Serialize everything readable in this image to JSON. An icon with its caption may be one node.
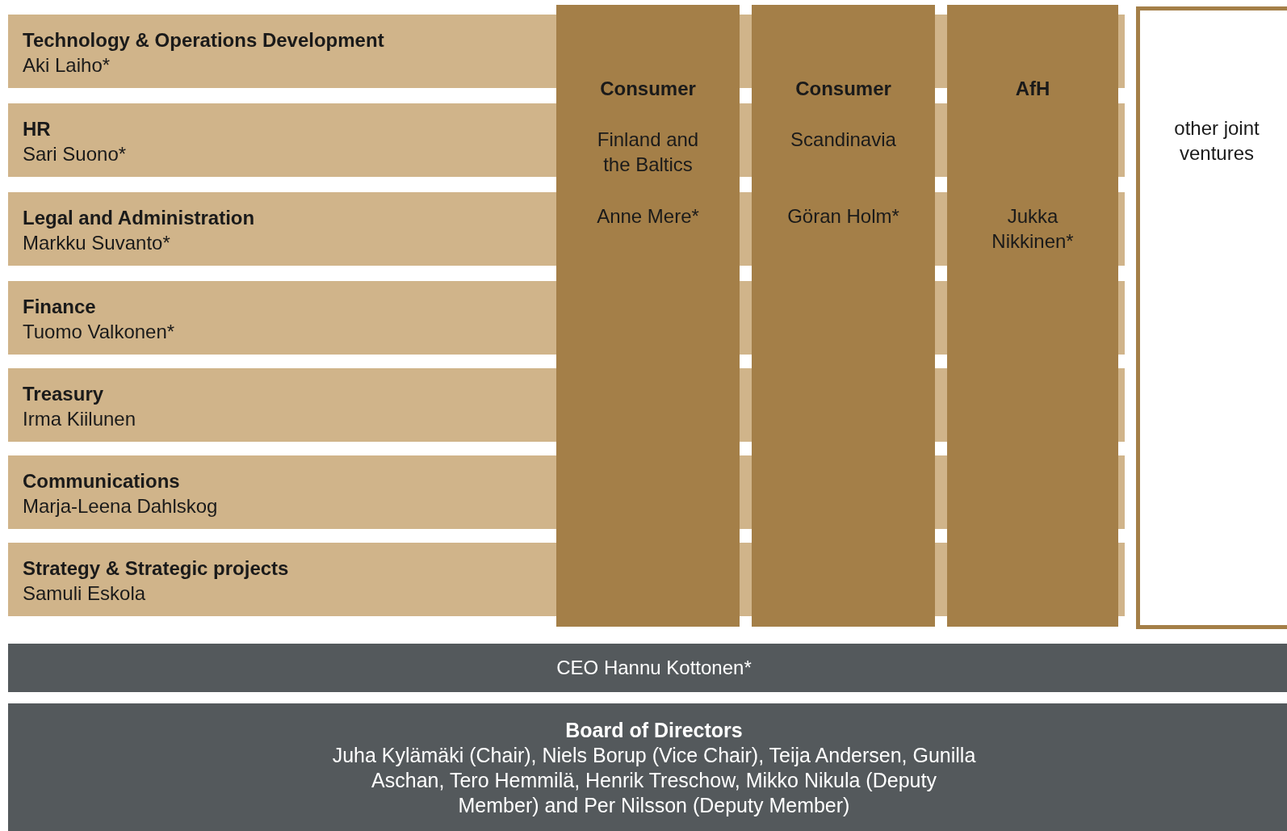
{
  "diagram": {
    "nodes": [
      {
        "text": [
          "Technology & Operations Development",
          "Aki Laiho*"
        ]
      },
      {
        "text": [
          "HR",
          "Sari Suono*"
        ]
      },
      {
        "text": [
          "Legal and Administration",
          "Markku Suvanto*"
        ]
      },
      {
        "text": [
          "Finance",
          "Tuomo Valkonen*"
        ]
      },
      {
        "text": [
          "Treasury",
          "Irma Kiilunen"
        ]
      },
      {
        "text": [
          "Communications",
          "Marja-Leena Dahlskog"
        ]
      },
      {
        "text": [
          "Strategy & Strategic projects",
          "Samuli Eskola"
        ]
      },
      {
        "text": [
          "Consumer",
          "Finland and the Baltics",
          "Anne Mere*"
        ]
      },
      {
        "text": [
          "Consumer",
          "Scandinavia",
          "Göran Holm*"
        ]
      },
      {
        "text": [
          "AfH",
          "Jukka Nikkinen*"
        ]
      },
      {
        "text": [
          "other joint ventures"
        ]
      },
      {
        "text": [
          "CEO Hannu Kottonen*"
        ]
      },
      {
        "text": [
          "Board of Directors",
          "Juha Kylämäki (Chair), Niels Borup (Vice Chair), Teija Andersen, Gunilla Aschan, Tero Hemmilä, Henrik Treschow, Mikko Nikula (Deputy Member) and Per Nilsson (Deputy Member)"
        ]
      }
    ]
  }
}
